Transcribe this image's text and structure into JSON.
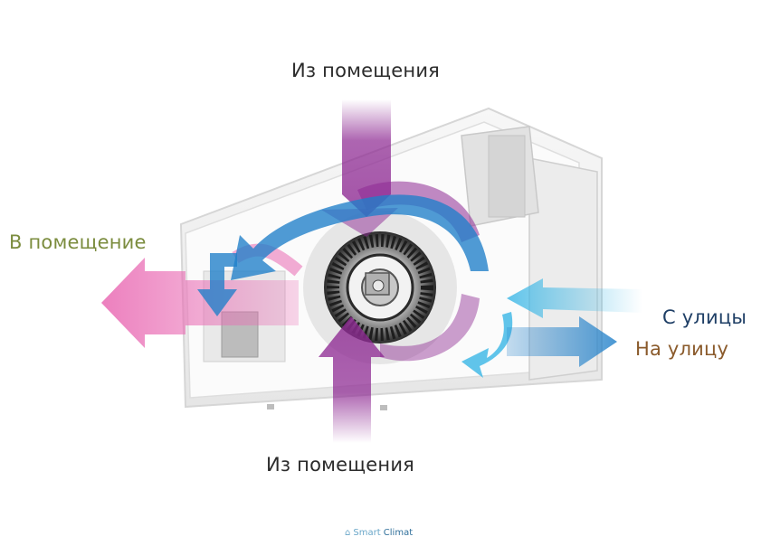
{
  "labels": {
    "from_room_top": "Из помещения",
    "from_room_bottom": "Из помещения",
    "into_room": "В помещение",
    "from_outside": "С улицы",
    "to_outside": "На улицу"
  },
  "watermark": {
    "brand_a": "Smart",
    "brand_b": "Climat",
    "icon": "house-icon"
  },
  "colors": {
    "exhaust_purple": "#8e2a93",
    "supply_pink": "#e96ab3",
    "fresh_blue": "#1f7fc9",
    "cool_cyan": "#39b6e6",
    "label_green": "#7b8c3e",
    "label_navy": "#1f3f66",
    "label_brown": "#8a5a2b"
  }
}
